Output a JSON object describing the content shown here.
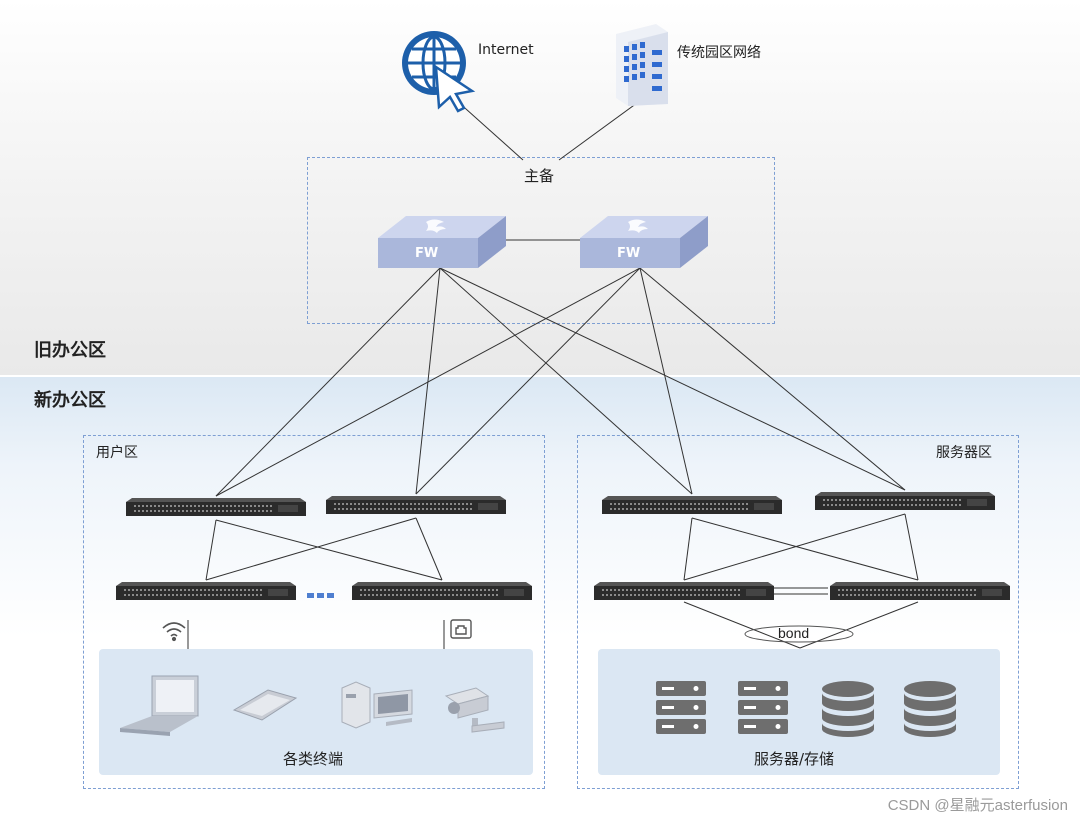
{
  "zones": {
    "old": "旧办公区",
    "new": "新办公区"
  },
  "top_nodes": {
    "internet": "Internet",
    "campus": "传统园区网络"
  },
  "firewall": {
    "group_label": "主备",
    "device_label": "FW"
  },
  "user_area": {
    "title": "用户区",
    "terminals_caption": "各类终端",
    "terminal_icons": [
      "laptop-icon",
      "tablet-icon",
      "desktop-pc-icon",
      "camera-icon"
    ],
    "access_icons": [
      "wifi-icon",
      "ethernet-port-icon"
    ]
  },
  "server_area": {
    "title": "服务器区",
    "bond_label": "bond",
    "servers_caption": "服务器/存储",
    "server_icons": [
      "server-icon",
      "server-icon",
      "database-icon",
      "database-icon"
    ]
  },
  "watermark": "CSDN @星融元asterfusion",
  "colors": {
    "dash": "#7e9fd3",
    "firewall": "#aab7db",
    "switch": "#2b2b2b",
    "panel": "#dbe7f3",
    "icon_gray": "#6e6e6e"
  }
}
